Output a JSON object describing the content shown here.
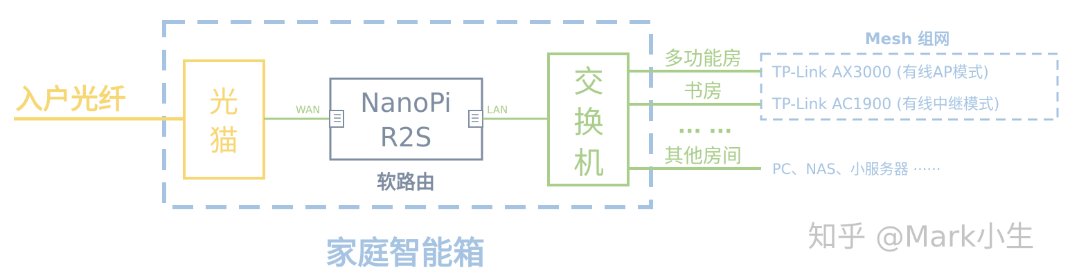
{
  "colors": {
    "yellow": "#F7D774",
    "green": "#A9CD8A",
    "gray": "#7F8DA0",
    "blue": "#A6C4E2",
    "watermark": "#C4C4C4"
  },
  "input": {
    "label": "入户光纤"
  },
  "modem": {
    "label_line1": "光",
    "label_line2": "猫"
  },
  "router": {
    "name_line1": "NanoPi",
    "name_line2": "R2S",
    "caption": "软路由",
    "wan_port": "WAN",
    "lan_port": "LAN"
  },
  "switch": {
    "label_line1": "交",
    "label_line2": "换",
    "label_line3": "机"
  },
  "smart_box": {
    "label": "家庭智能箱"
  },
  "rooms": {
    "multi_function": "多功能房",
    "study": "书房",
    "ellipsis": "··· ···",
    "other": "其他房间"
  },
  "mesh": {
    "title": "Mesh 组网",
    "device_1": "TP-Link AX3000 (有线AP模式)",
    "device_2": "TP-Link AC1900 (有线中继模式)"
  },
  "other_devices": "PC、NAS、小服务器 ······",
  "watermark": "知乎 @Mark小生"
}
